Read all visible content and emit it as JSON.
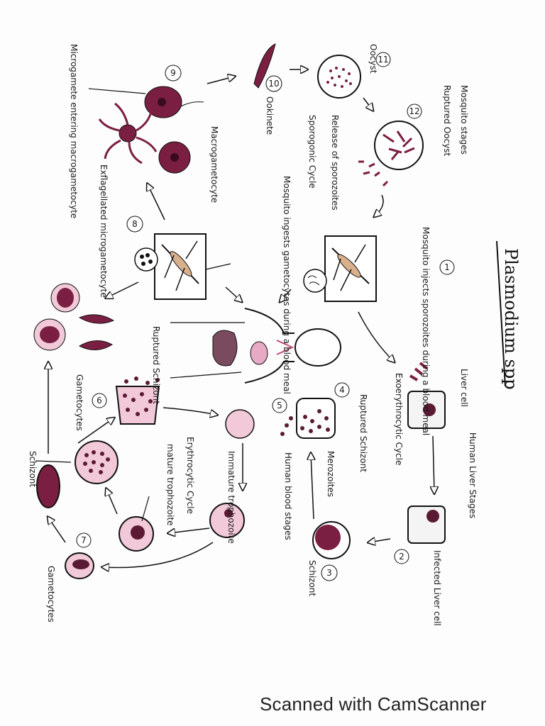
{
  "diagram": {
    "title": "Plasmodium spp",
    "labels": {
      "mosquito_injects": "Mosquito injects sporozoites during a blood meal",
      "mosquito_ingests": "Mosquito ingests gametocytes during a blood meal",
      "mosquito_stages": "Mosquito stages",
      "ruptured_oocyst": "Ruptured Oocyst",
      "release_sporozoites": "Release of sporozoites",
      "sporogonic_cycle": "Sporogonic Cycle",
      "oocyst": "Oocyst",
      "ookinete": "Ookinete",
      "macrogametocyte": "Macrogametocyte",
      "microgamete_entering": "Microgamete entering macrogametocyte",
      "exflagellated": "Exflagellated microgametocyte",
      "liver_cell": "Liver cell",
      "human_liver_stages": "Human Liver Stages",
      "infected_liver_cell": "Infected Liver cell",
      "exoerythrocytic_cycle": "Exoerythrocytic Cycle",
      "ruptured_schizont_top": "Ruptured Schizont",
      "ruptured_schizont_left": "Ruptured Schizont",
      "merozoites": "Merozoites",
      "human_blood_stages": "Human blood stages",
      "schizont_right": "Schizont",
      "schizont_left": "Schizont",
      "immature_trophozoite": "Immature trophozoite",
      "mature_trophozoite": "mature trophozoite",
      "erythrocytic_cycle": "Erythrocytic Cycle",
      "gametocytes_top": "Gametocytes",
      "gametocytes_bottom": "Gametocytes"
    },
    "step_numbers": [
      "1",
      "2",
      "3",
      "4",
      "5",
      "6",
      "7",
      "8",
      "9",
      "10",
      "11",
      "12"
    ]
  },
  "footer": {
    "text": "Scanned with CamScanner"
  },
  "colors": {
    "rbc_dark": "#7b1f42",
    "rbc_light": "#f2c9d8",
    "liver": "#7a4a5f",
    "ink": "#111111"
  },
  "icons": [
    "mosquito-icon",
    "human-figure-icon",
    "arrow-icon"
  ]
}
